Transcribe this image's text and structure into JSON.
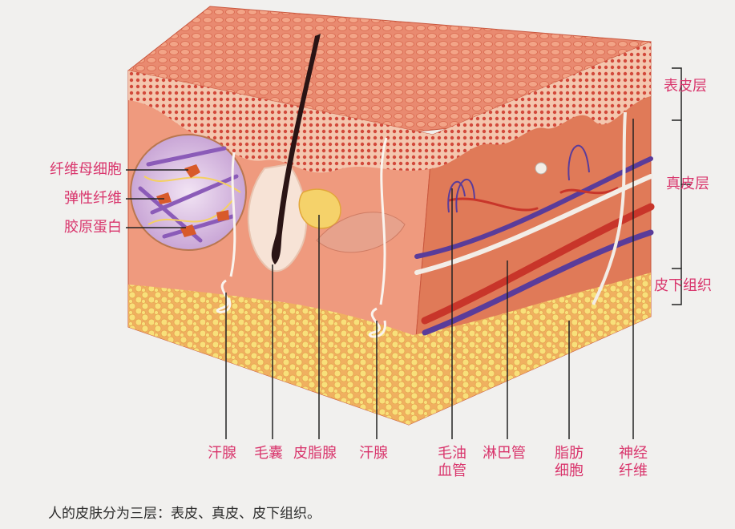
{
  "left_labels": {
    "fibroblast": "纤维母细胞",
    "elastic_fiber": "弹性纤维",
    "collagen": "胶原蛋白"
  },
  "right_labels": {
    "epidermis": "表皮层",
    "dermis": "真皮层",
    "hypodermis": "皮下组织"
  },
  "bottom_labels": {
    "sweat_gland_1": "汗腺",
    "hair_follicle": "毛囊",
    "sebaceous_gland": "皮脂腺",
    "sweat_gland_2": "汗腺",
    "capillary_l1": "毛油",
    "capillary_l2": "血管",
    "lymph_vessel": "淋巴管",
    "fat_cell_l1": "脂肪",
    "fat_cell_l2": "细胞",
    "nerve_fiber_l1": "神经",
    "nerve_fiber_l2": "纤维"
  },
  "caption": "人的皮肤分为三层：表皮、真皮、皮下组织。",
  "colors": {
    "label": "#d9356c",
    "epidermis": "#e8836a",
    "dermis_front": "#ef9a7e",
    "dermis_side": "#e07a58",
    "fat": "#f6d65a",
    "artery": "#c8352a",
    "vein": "#5a3c9a",
    "nerve": "#f3ede6"
  }
}
